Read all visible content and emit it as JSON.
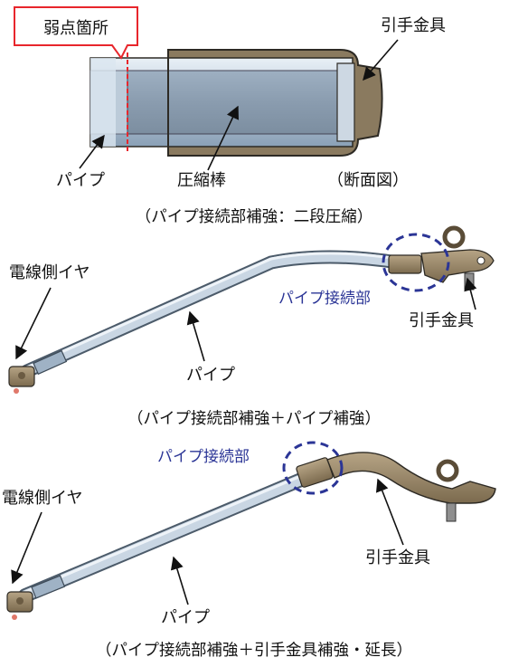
{
  "diagram1": {
    "weak_point": "弱点箇所",
    "fitting": "引手金具",
    "pipe": "パイプ",
    "rod": "圧縮棒",
    "section": "（断面図）",
    "caption": "（パイプ接続部補強：二段圧縮）"
  },
  "diagram2": {
    "ear": "電線側イヤ",
    "joint": "パイプ接続部",
    "fitting": "引手金具",
    "pipe": "パイプ",
    "caption": "（パイプ接続部補強＋パイプ補強）"
  },
  "diagram3": {
    "joint": "パイプ接続部",
    "ear": "電線側イヤ",
    "fitting": "引手金具",
    "pipe": "パイプ",
    "caption": "（パイプ接続部補強＋引手金具補強・延長）"
  },
  "colors": {
    "pipe": "#aebfcf",
    "fitting": "#8c7a5c",
    "highlight": "#2b3596",
    "weak_box": "#e8262c"
  }
}
